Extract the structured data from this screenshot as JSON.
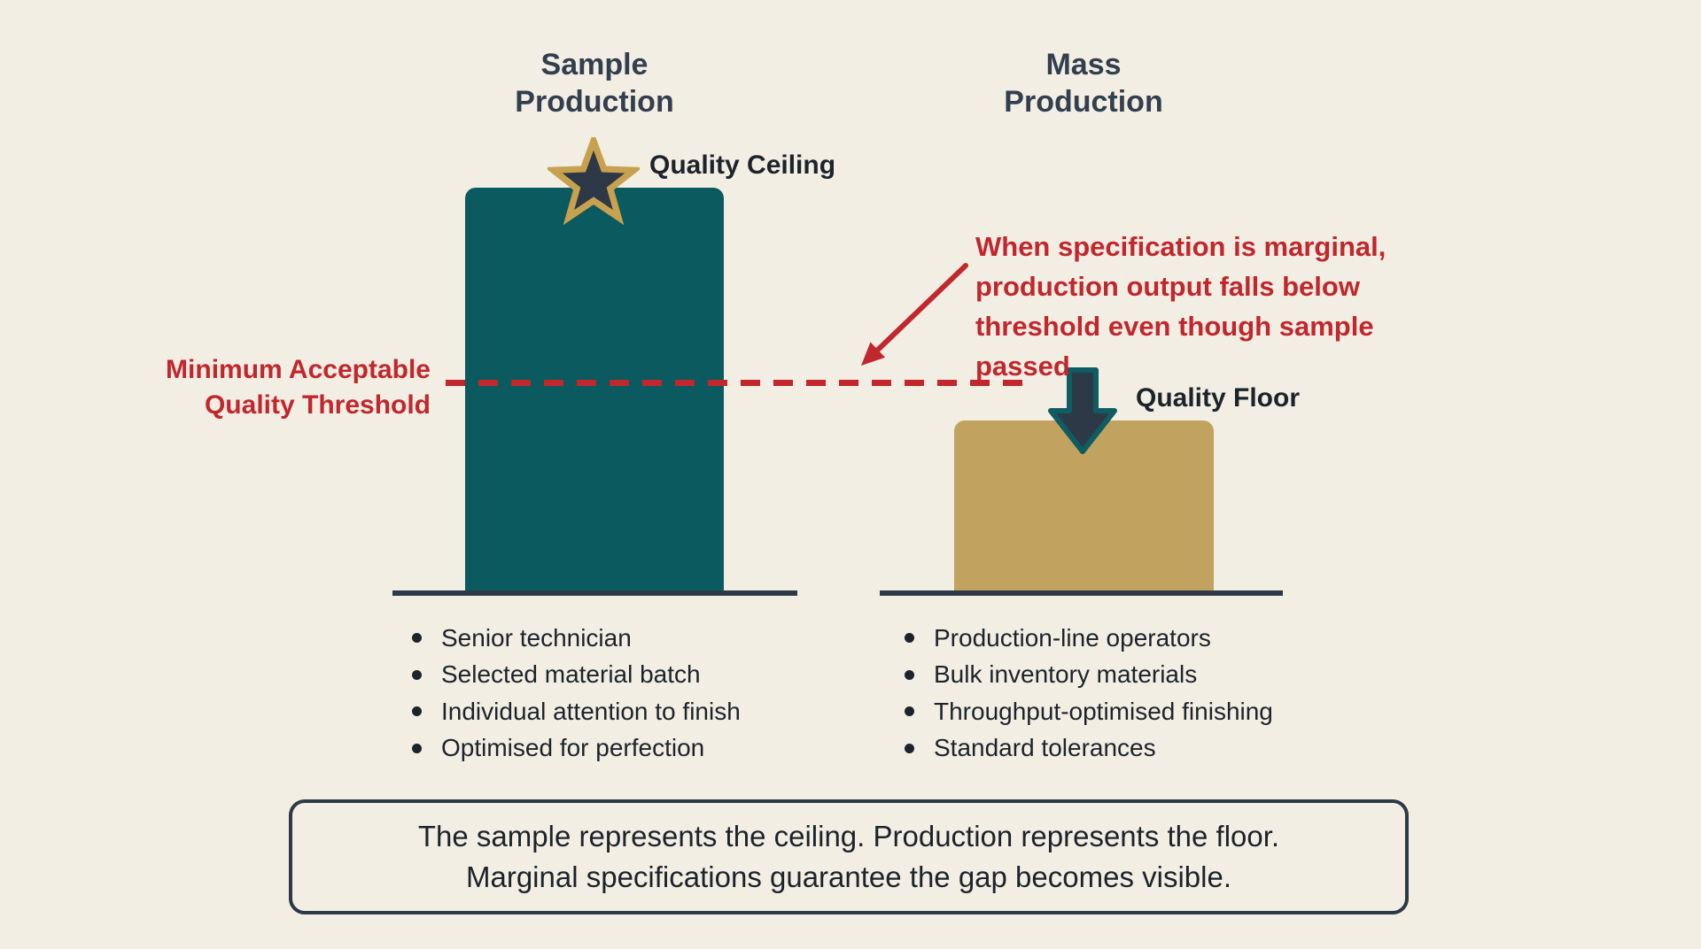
{
  "colors": {
    "background": "#f2eee4",
    "teal": "#0a5a5f",
    "gold": "#c1a25f",
    "navy": "#2e3947",
    "slate": "#333e4e",
    "ink": "#1d232a",
    "red": "#c1272d",
    "star_gold": "#c7a14e",
    "arrow_teal": "#0d5d62"
  },
  "sample_column": {
    "title_line1": "Sample",
    "title_line2": "Production",
    "marker_icon": "star-icon",
    "marker_label": "Quality Ceiling",
    "bullets": [
      "Senior technician",
      "Selected material batch",
      "Individual attention to finish",
      "Optimised for perfection"
    ]
  },
  "mass_column": {
    "title_line1": "Mass",
    "title_line2": "Production",
    "marker_icon": "down-arrow-icon",
    "marker_label": "Quality Floor",
    "bullets": [
      "Production-line operators",
      "Bulk inventory materials",
      "Throughput-optimised finishing",
      "Standard tolerances"
    ]
  },
  "threshold": {
    "label_line1": "Minimum Acceptable",
    "label_line2": "Quality Threshold"
  },
  "annotation": {
    "line1": "When specification is marginal,",
    "line2": "production output falls below",
    "line3": "threshold even though sample passed"
  },
  "footer": {
    "line1": "The sample represents the ceiling. Production represents the floor.",
    "line2": "Marginal specifications guarantee the gap becomes visible."
  }
}
